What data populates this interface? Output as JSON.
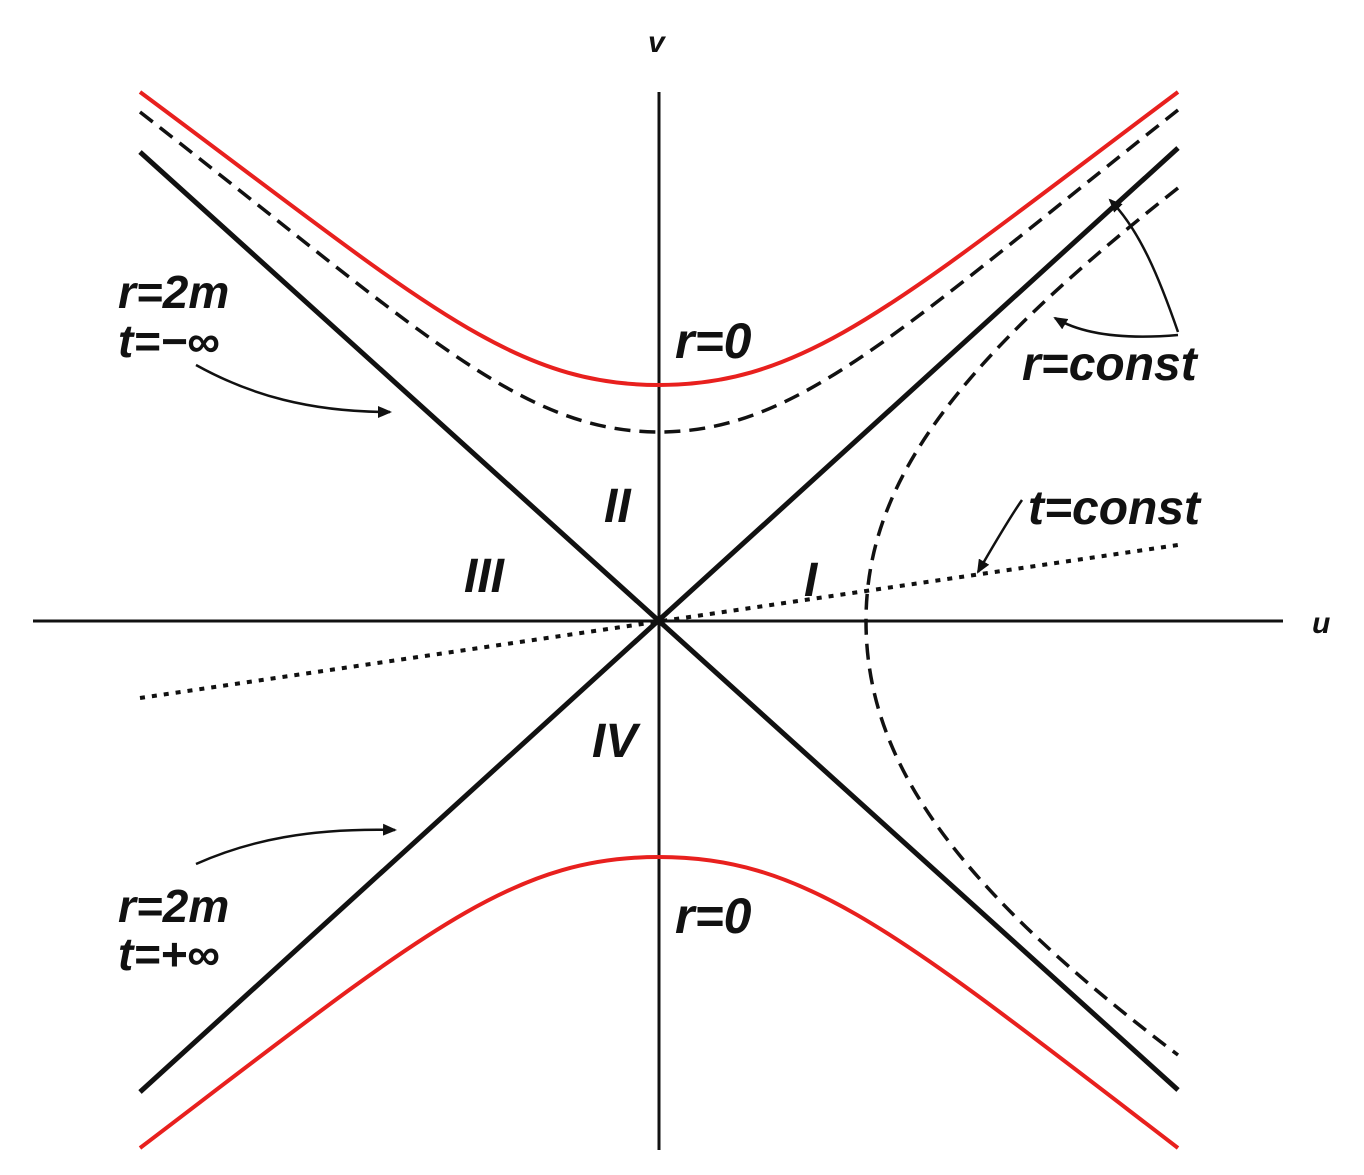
{
  "axes": {
    "vertical_label": "v",
    "horizontal_label": "u"
  },
  "regions": {
    "one": "I",
    "two": "II",
    "three": "III",
    "four": "IV"
  },
  "labels": {
    "singularity_top": "r=0",
    "singularity_bottom": "r=0",
    "r_const": "r=const",
    "t_const": "t=const",
    "horizon_past_r": "r=2m",
    "horizon_past_t": "t=−∞",
    "horizon_future_r": "r=2m",
    "horizon_future_t": "t=+∞"
  },
  "colors": {
    "singularity": "#e8201e",
    "lines": "#111111"
  }
}
